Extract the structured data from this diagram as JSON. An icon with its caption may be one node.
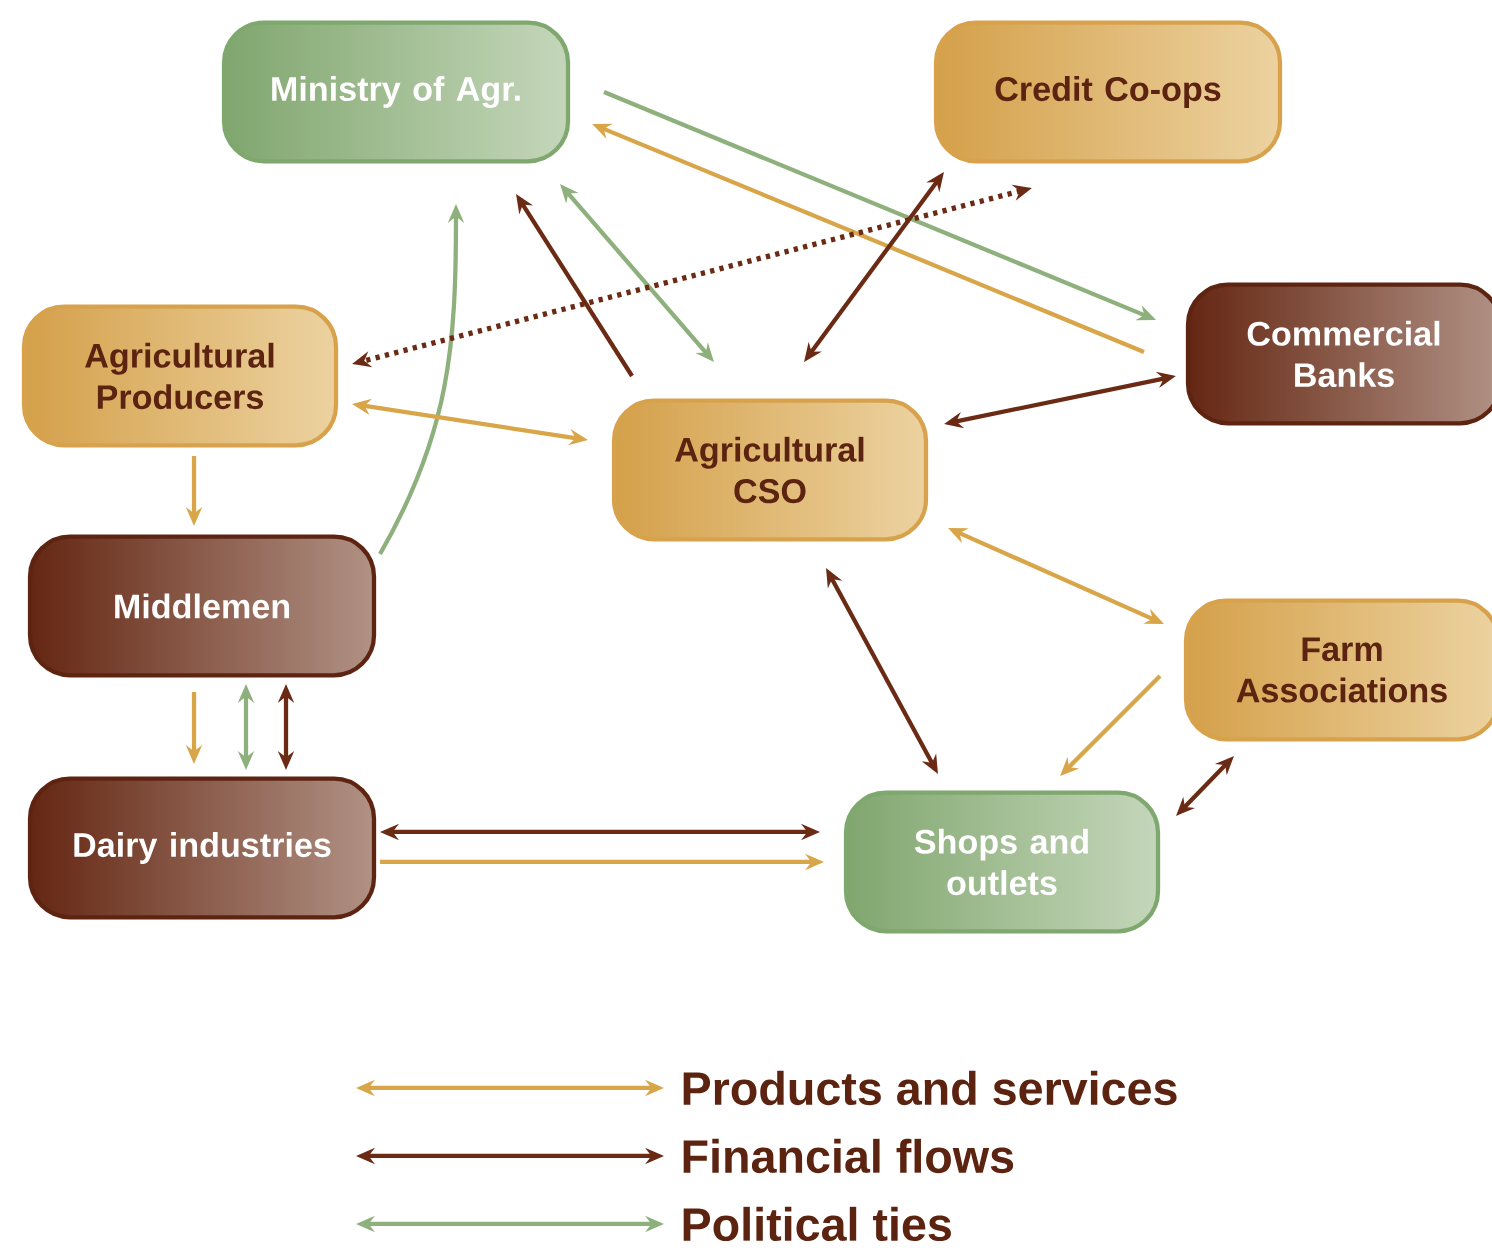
{
  "diagram": {
    "nodes": [
      {
        "text": [
          "Ministry of Agr."
        ]
      },
      {
        "text": [
          "Credit Co-ops"
        ]
      },
      {
        "text": [
          "Agricultural Producers"
        ]
      },
      {
        "text": [
          "Commercial Banks"
        ]
      },
      {
        "text": [
          "Agricultural CSO"
        ]
      },
      {
        "text": [
          "Middlemen"
        ]
      },
      {
        "text": [
          "Farm Associations"
        ]
      },
      {
        "text": [
          "Dairy industries"
        ]
      },
      {
        "text": [
          "Shops and outlets"
        ]
      }
    ],
    "edges": [
      {
        "from": 0,
        "to": 3,
        "arrow": "to",
        "color": "#8db07c"
      },
      {
        "from": 3,
        "to": 0,
        "arrow": "to",
        "color": "#d8a548"
      },
      {
        "from": 4,
        "to": 0,
        "arrow": "to",
        "color": "#6b2a14"
      },
      {
        "from": 0,
        "to": 4,
        "arrow": "both",
        "color": "#8db07c"
      },
      {
        "from": 5,
        "to": 0,
        "arrow": "to",
        "color": "#8db07c"
      },
      {
        "from": 1,
        "to": 2,
        "arrow": "both",
        "style": "dashed",
        "color": "#6b2a14"
      },
      {
        "from": 4,
        "to": 1,
        "arrow": "both",
        "color": "#6b2a14"
      },
      {
        "from": 2,
        "to": 4,
        "arrow": "both",
        "color": "#d8a548"
      },
      {
        "from": 4,
        "to": 3,
        "arrow": "both",
        "color": "#6b2a14"
      },
      {
        "from": 2,
        "to": 5,
        "arrow": "to",
        "color": "#d8a548"
      },
      {
        "from": 4,
        "to": 6,
        "arrow": "both",
        "color": "#d8a548"
      },
      {
        "from": 4,
        "to": 8,
        "arrow": "both",
        "color": "#6b2a14"
      },
      {
        "from": 6,
        "to": 8,
        "arrow": "to",
        "color": "#d8a548"
      },
      {
        "from": 8,
        "to": 6,
        "arrow": "both",
        "color": "#6b2a14"
      },
      {
        "from": 5,
        "to": 7,
        "arrow": "to",
        "color": "#d8a548"
      },
      {
        "from": 5,
        "to": 7,
        "arrow": "both",
        "color": "#8db07c"
      },
      {
        "from": 5,
        "to": 7,
        "arrow": "both",
        "color": "#6b2a14"
      },
      {
        "from": 7,
        "to": 8,
        "arrow": "both",
        "color": "#6b2a14"
      },
      {
        "from": 7,
        "to": 8,
        "arrow": "to",
        "color": "#d8a548"
      }
    ],
    "legend": [
      {
        "text": "Products and services"
      },
      {
        "text": "Financial flows"
      },
      {
        "text": "Political ties"
      }
    ]
  }
}
